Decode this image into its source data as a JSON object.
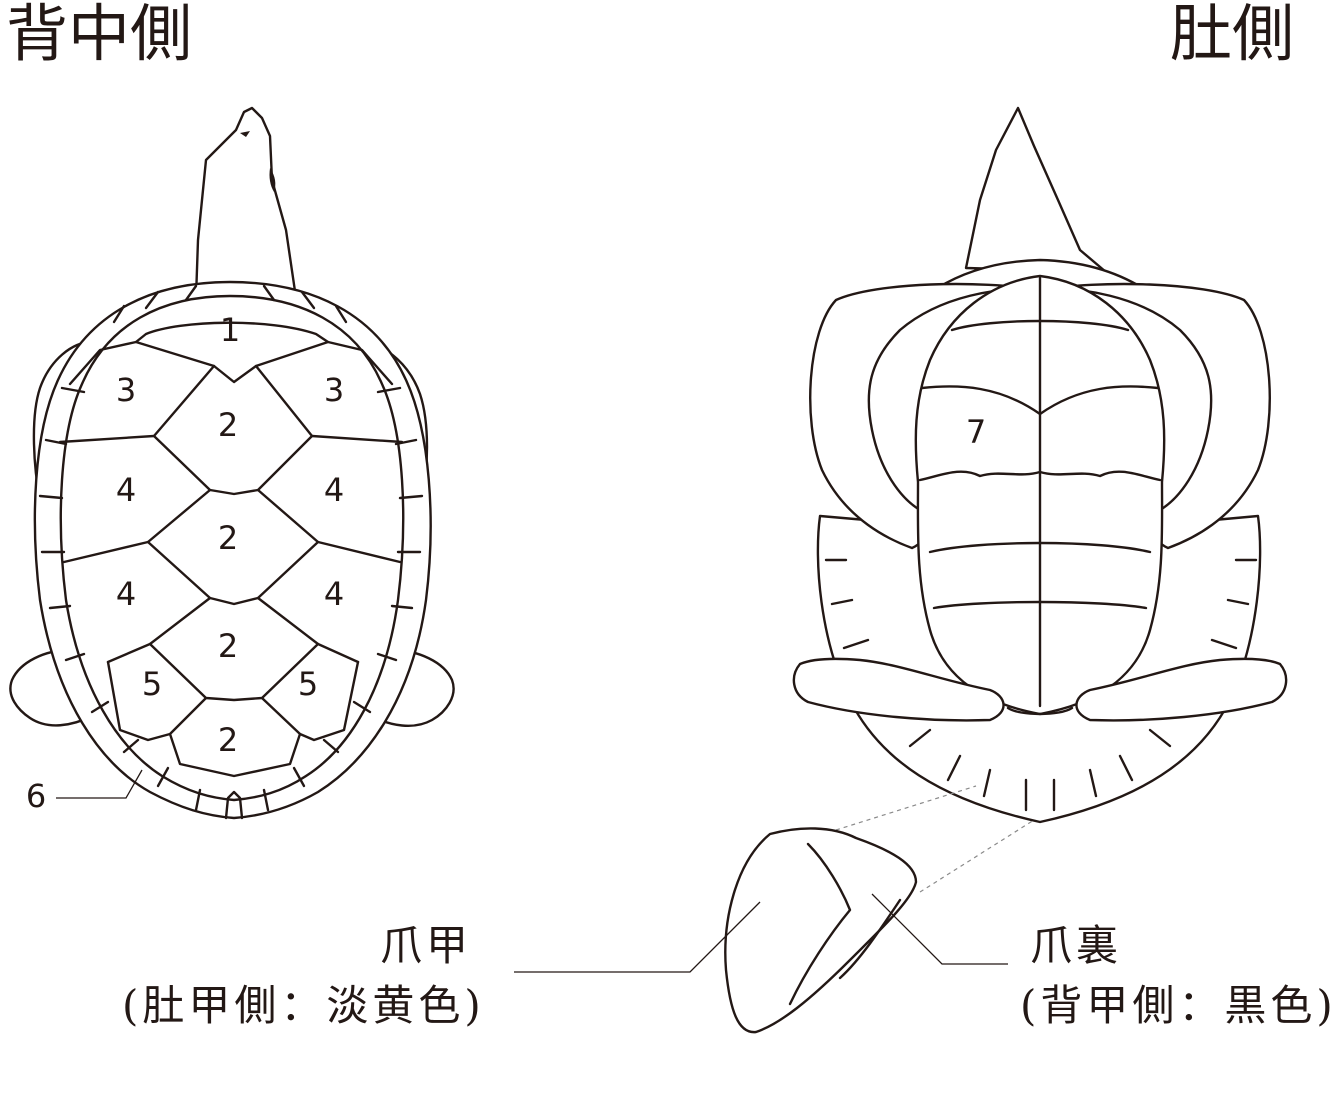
{
  "headings": {
    "dorsal": "背中側",
    "ventral": "肚側"
  },
  "dorsal_scute_numbers": {
    "n1": "1",
    "n2a": "2",
    "n2b": "2",
    "n2c": "2",
    "n2d": "2",
    "n3l": "3",
    "n3r": "3",
    "n4al": "4",
    "n4ar": "4",
    "n4bl": "4",
    "n4br": "4",
    "n5l": "5",
    "n5r": "5",
    "n6": "6"
  },
  "ventral_scute_numbers": {
    "n7": "7"
  },
  "claw_labels": {
    "nail_title": "爪甲",
    "nail_note": "(肚甲側：淡黄色)",
    "back_title": "爪裏",
    "back_note": "(背甲側：黒色)"
  },
  "colors": {
    "line": "#231815",
    "background": "#ffffff"
  }
}
